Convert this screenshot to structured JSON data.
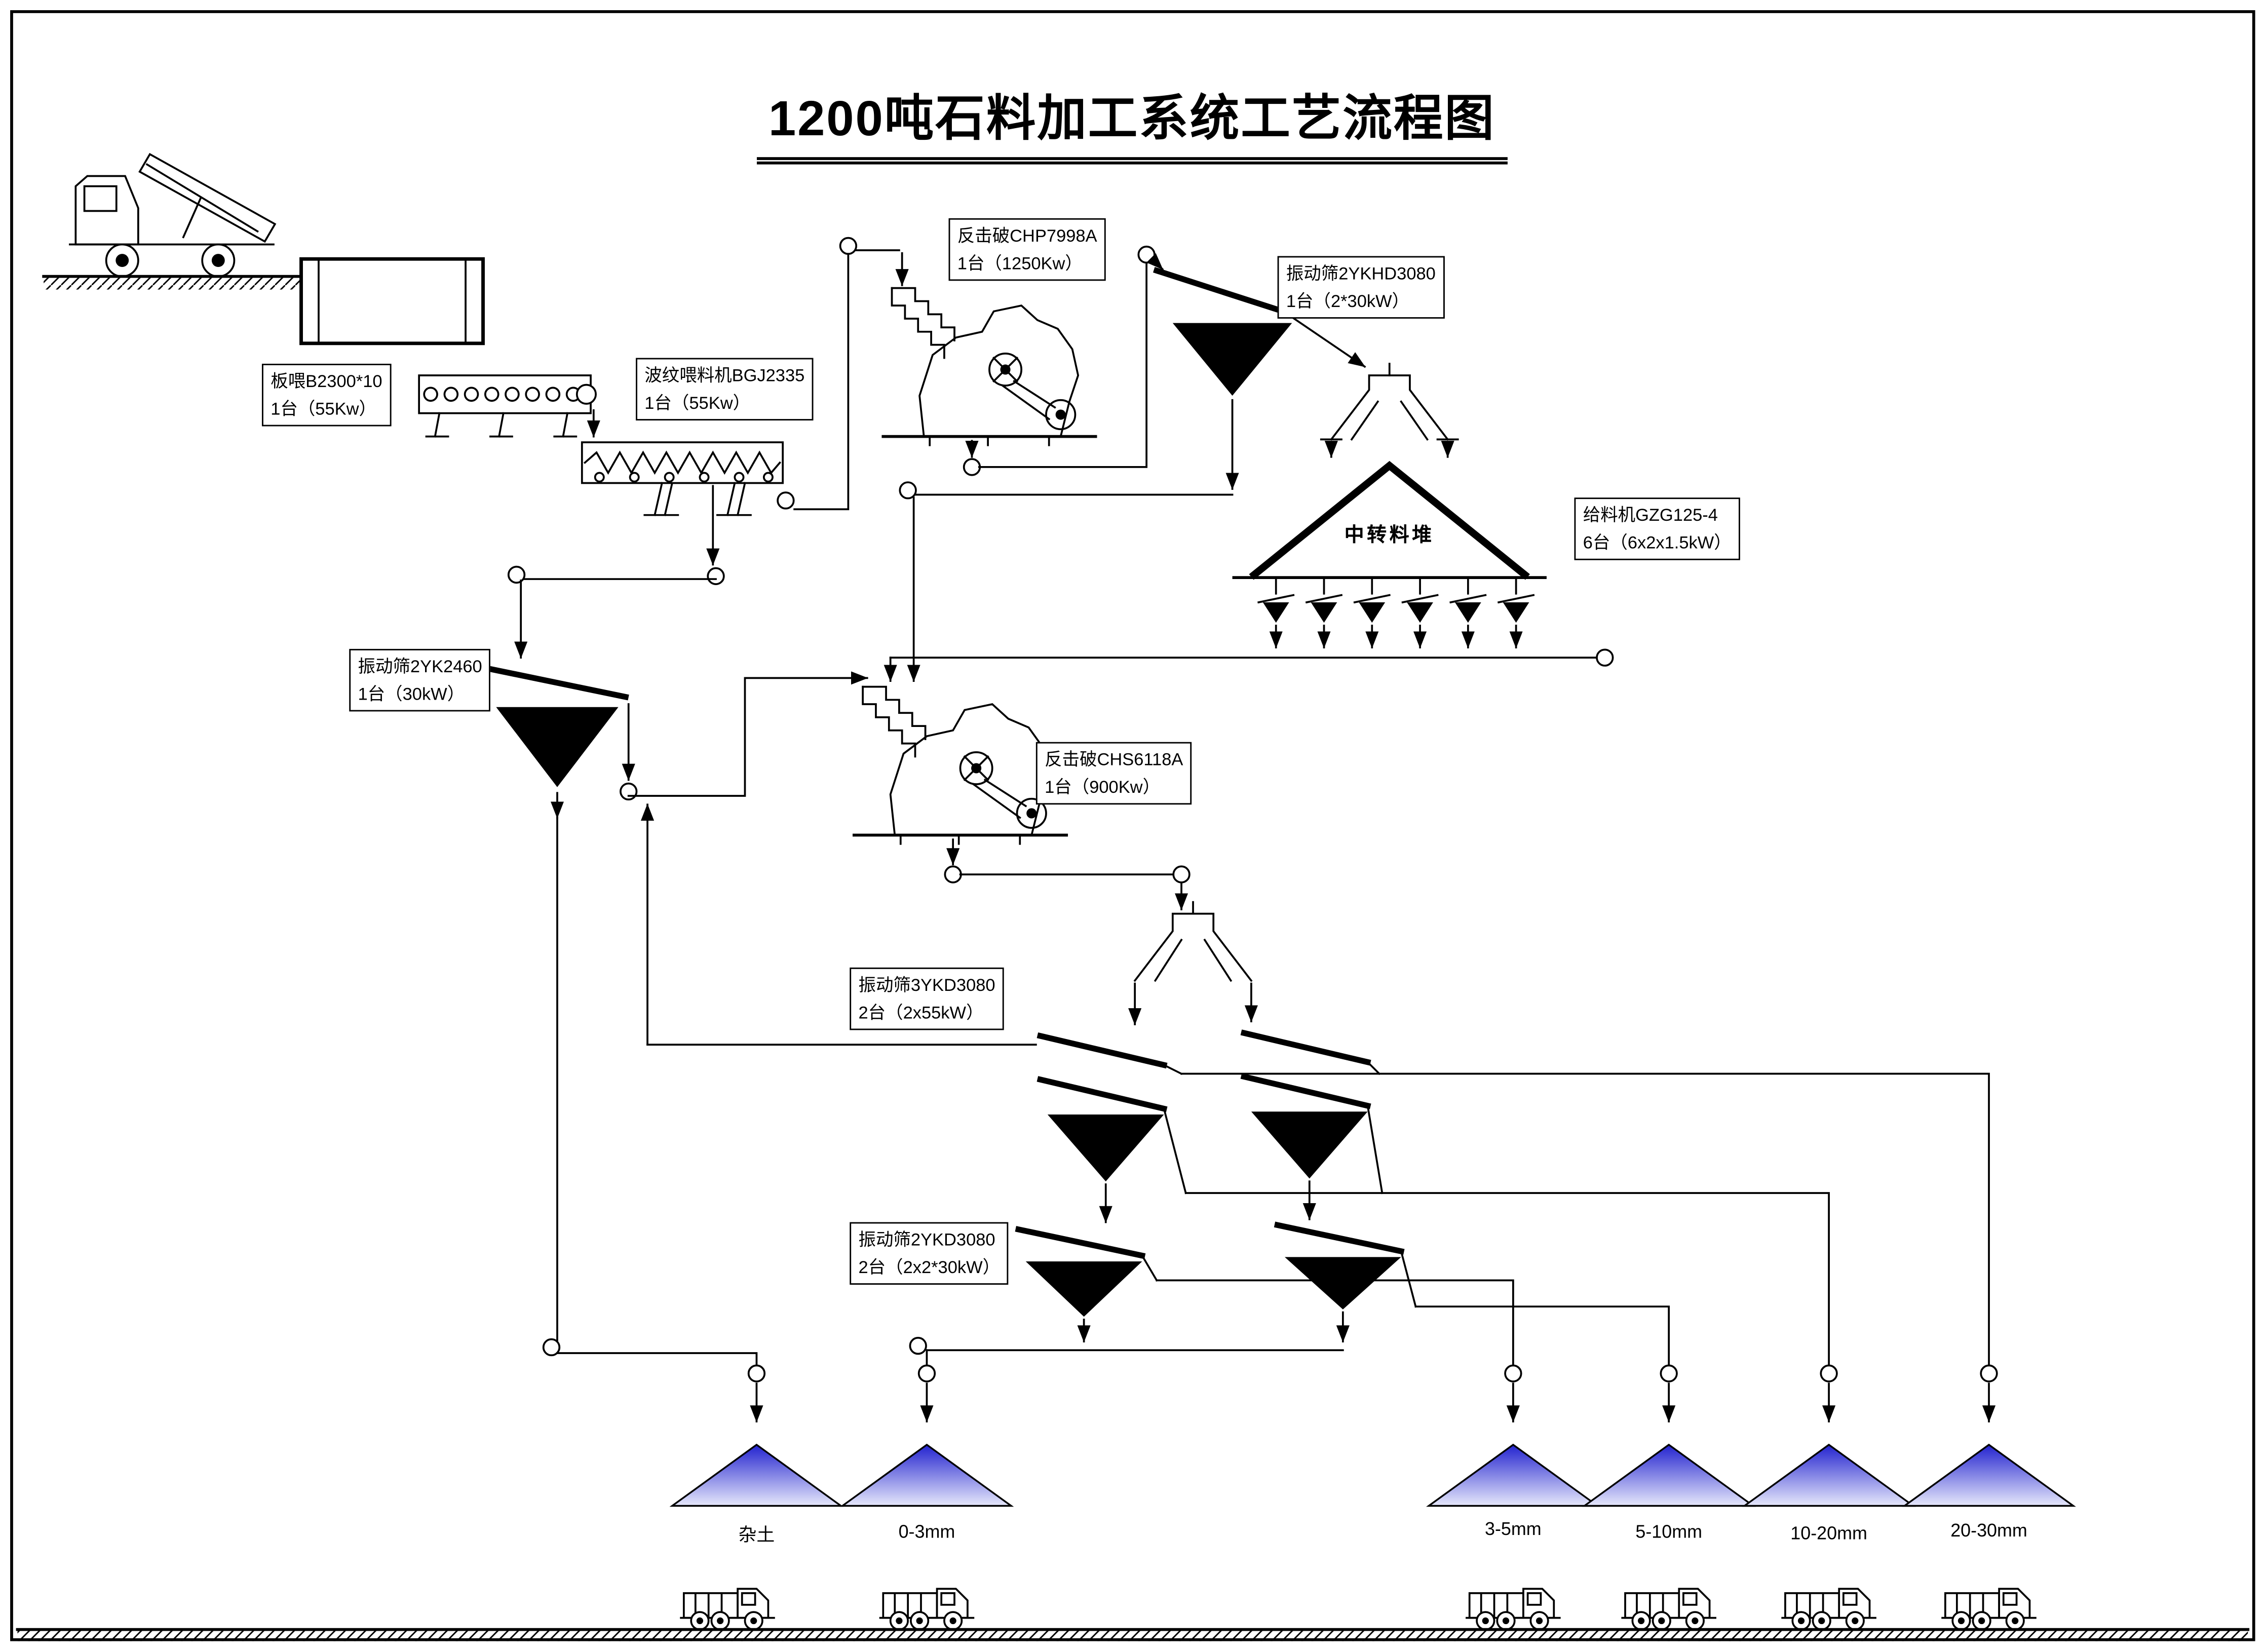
{
  "title": "1200吨石料加工系统工艺流程图",
  "equipment_labels": [
    {
      "id": "apron-feeder",
      "line1": "板喂B2300*10",
      "line2": "1台（55Kw）"
    },
    {
      "id": "corrugated-feeder",
      "line1": "波纹喂料机BGJ2335",
      "line2": "1台（55Kw）"
    },
    {
      "id": "impact-crusher-1",
      "line1": "反击破CHP7998A",
      "line2": "1台（1250Kw）"
    },
    {
      "id": "vibrating-screen-2ykhd",
      "line1": "振动筛2YKHD3080",
      "line2": "1台（2*30kW）"
    },
    {
      "id": "feeder-gzg125",
      "line1": "给料机GZG125-4",
      "line2": "6台（6x2x1.5kW）"
    },
    {
      "id": "vibrating-screen-2yk2460",
      "line1": "振动筛2YK2460",
      "line2": "1台（30kW）"
    },
    {
      "id": "impact-crusher-2",
      "line1": "反击破CHS6118A",
      "line2": "1台（900Kw）"
    },
    {
      "id": "vibrating-screen-3ykd",
      "line1": "振动筛3YKD3080",
      "line2": "2台（2x55kW）"
    },
    {
      "id": "vibrating-screen-2ykd",
      "line1": "振动筛2YKD3080",
      "line2": "2台（2x2*30kW）"
    }
  ],
  "stockpile_label": "中转料堆",
  "product_piles": [
    "杂土",
    "0-3mm",
    "3-5mm",
    "5-10mm",
    "10-20mm",
    "20-30mm"
  ],
  "colors": {
    "line": "#000000",
    "pile_top": "#2323cf",
    "pile_bottom": "#e6e8fb"
  }
}
